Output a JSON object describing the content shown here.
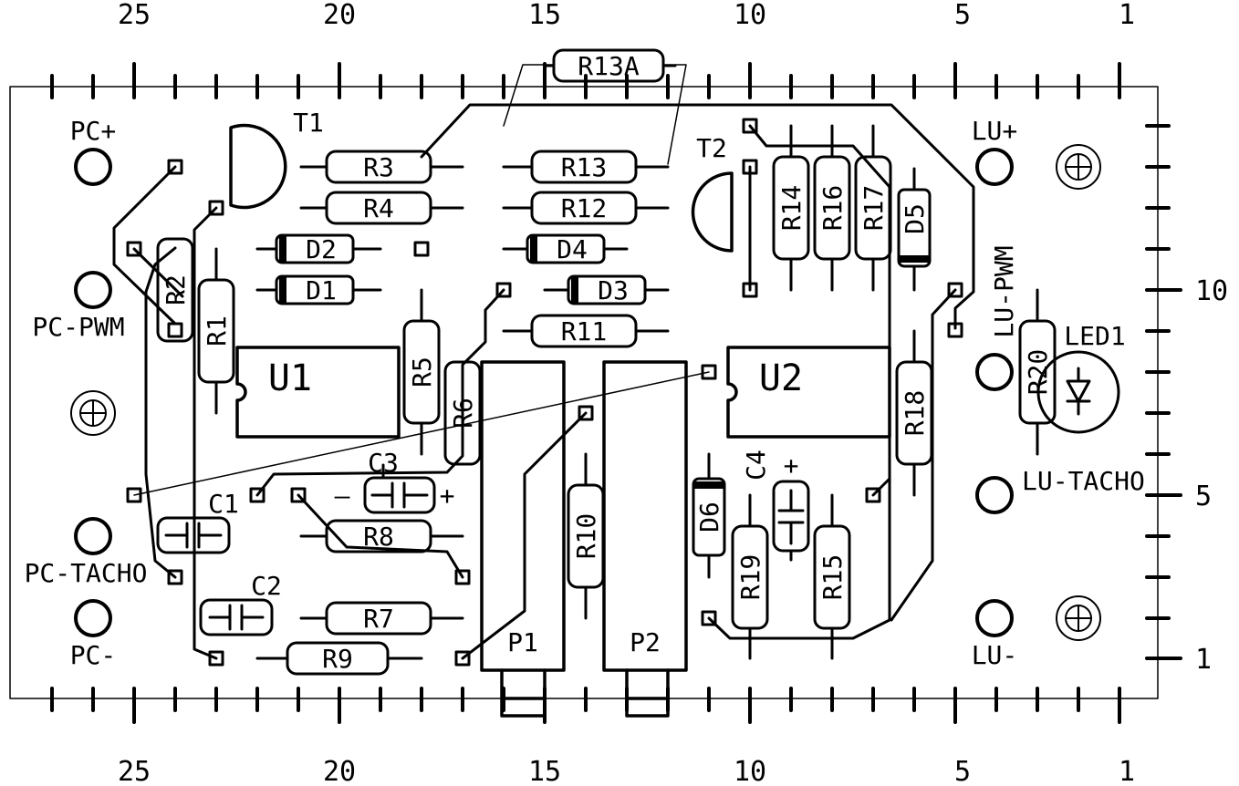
{
  "scale": {
    "top": [
      "25",
      "20",
      "15",
      "10",
      "5",
      "1"
    ],
    "bottom": [
      "25",
      "20",
      "15",
      "10",
      "5",
      "1"
    ],
    "right": [
      "10",
      "5",
      "1"
    ]
  },
  "connectors": {
    "pc_plus": "PC+",
    "pc_pwm": "PC-PWM",
    "pc_tacho": "PC-TACHO",
    "pc_minus": "PC-",
    "lu_plus": "LU+",
    "lu_pwm": "LU-PWM",
    "lu_tacho": "LU-TACHO",
    "lu_minus": "LU-"
  },
  "components": {
    "r13a": "R13A",
    "r3": "R3",
    "r4": "R4",
    "r13": "R13",
    "r12": "R12",
    "r14": "R14",
    "r16": "R16",
    "r17": "R17",
    "d5": "D5",
    "t1": "T1",
    "t2": "T2",
    "d2": "D2",
    "d1": "D1",
    "d4": "D4",
    "d3": "D3",
    "r2": "R2",
    "r1": "R1",
    "r5": "R5",
    "r6": "R6",
    "r11": "R11",
    "u1": "U1",
    "u2": "U2",
    "r18": "R18",
    "r20": "R20",
    "led1": "LED1",
    "c1": "C1",
    "c2": "C2",
    "c3": "C3",
    "c4": "C4",
    "r8": "R8",
    "r7": "R7",
    "r9": "R9",
    "r10": "R10",
    "d6": "D6",
    "r19": "R19",
    "r15": "R15",
    "p1": "P1",
    "p2": "P2"
  },
  "polarity": {
    "c3_minus": "–",
    "c3_plus": "+",
    "c4_plus": "+"
  }
}
